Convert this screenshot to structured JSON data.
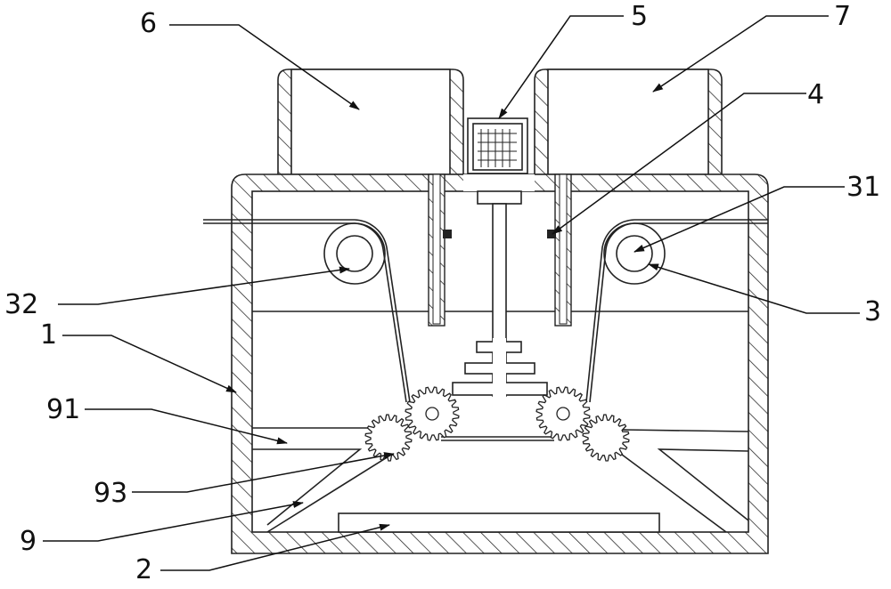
{
  "labels": {
    "l1": "1",
    "l2": "2",
    "l3": "3",
    "l4": "4",
    "l5": "5",
    "l6": "6",
    "l7": "7",
    "l9": "9",
    "l31": "31",
    "l32": "32",
    "l91": "91",
    "l93": "93"
  },
  "colors": {
    "line": "#222222",
    "background": "#ffffff"
  }
}
